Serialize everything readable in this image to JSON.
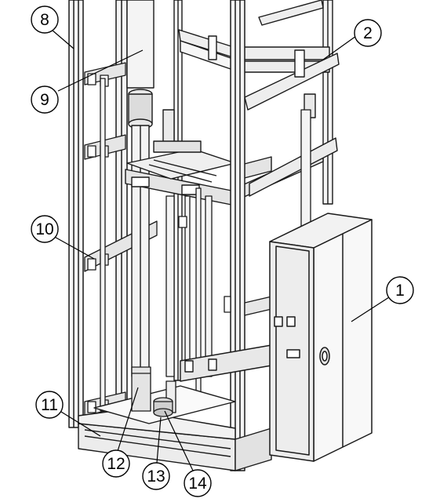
{
  "drawing": {
    "colors": {
      "line": "#1a1a1a",
      "frame_fill": "#f4f4f4",
      "panel_fill": "#eeeeee",
      "shadow": "#bdbdbd",
      "background": "#ffffff"
    },
    "callouts": [
      {
        "id": "c1",
        "label": "1"
      },
      {
        "id": "c2",
        "label": "2"
      },
      {
        "id": "c8",
        "label": "8"
      },
      {
        "id": "c9",
        "label": "9"
      },
      {
        "id": "c10",
        "label": "10"
      },
      {
        "id": "c11",
        "label": "11"
      },
      {
        "id": "c12",
        "label": "12"
      },
      {
        "id": "c13",
        "label": "13"
      },
      {
        "id": "c14",
        "label": "14"
      }
    ]
  }
}
